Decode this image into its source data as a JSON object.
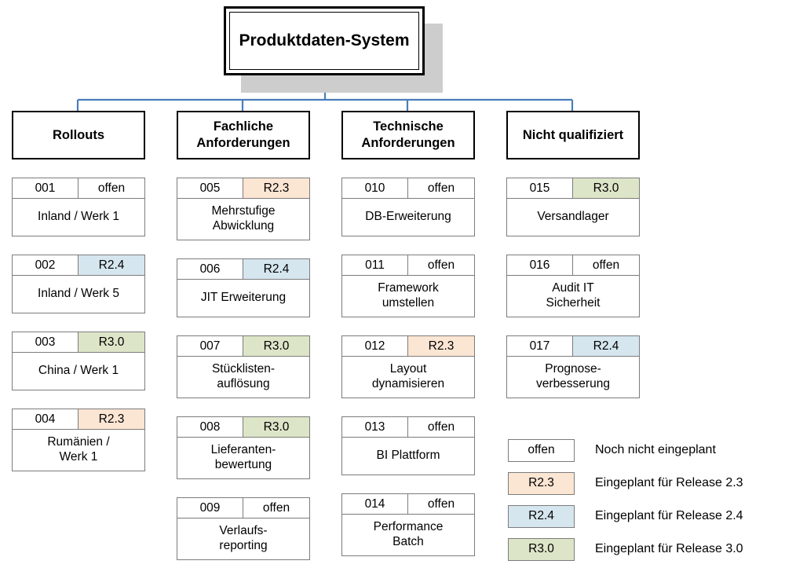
{
  "diagram": {
    "root": {
      "label": "Produktdaten-System"
    },
    "link_color": "#4a7ebb",
    "categories": [
      {
        "label": "Rollouts"
      },
      {
        "label": "Fachliche\nAnforderungen"
      },
      {
        "label": "Technische\nAnforderungen"
      },
      {
        "label": "Nicht qualifiziert"
      }
    ],
    "columns": [
      {
        "name": "Rollouts",
        "cards": [
          {
            "id": "001",
            "status": "offen",
            "status_key": "offen",
            "title": "Inland / Werk 1"
          },
          {
            "id": "002",
            "status": "R2.4",
            "status_key": "r24",
            "title": "Inland / Werk 5"
          },
          {
            "id": "003",
            "status": "R3.0",
            "status_key": "r30",
            "title": "China / Werk 1"
          },
          {
            "id": "004",
            "status": "R2.3",
            "status_key": "r23",
            "title": "Rumänien /\nWerk 1"
          }
        ]
      },
      {
        "name": "Fachliche Anforderungen",
        "cards": [
          {
            "id": "005",
            "status": "R2.3",
            "status_key": "r23",
            "title": "Mehrstufige\nAbwicklung"
          },
          {
            "id": "006",
            "status": "R2.4",
            "status_key": "r24",
            "title": "JIT Erweiterung"
          },
          {
            "id": "007",
            "status": "R3.0",
            "status_key": "r30",
            "title": "Stücklisten-\nauflösung"
          },
          {
            "id": "008",
            "status": "R3.0",
            "status_key": "r30",
            "title": "Lieferanten-\nbewertung"
          },
          {
            "id": "009",
            "status": "offen",
            "status_key": "offen",
            "title": "Verlaufs-\nreporting"
          }
        ]
      },
      {
        "name": "Technische Anforderungen",
        "cards": [
          {
            "id": "010",
            "status": "offen",
            "status_key": "offen",
            "title": "DB-Erweiterung"
          },
          {
            "id": "011",
            "status": "offen",
            "status_key": "offen",
            "title": "Framework\numstellen"
          },
          {
            "id": "012",
            "status": "R2.3",
            "status_key": "r23",
            "title": "Layout\ndynamisieren"
          },
          {
            "id": "013",
            "status": "offen",
            "status_key": "offen",
            "title": "BI Plattform"
          },
          {
            "id": "014",
            "status": "offen",
            "status_key": "offen",
            "title": "Performance\nBatch"
          }
        ]
      },
      {
        "name": "Nicht qualifiziert",
        "cards": [
          {
            "id": "015",
            "status": "R3.0",
            "status_key": "r30",
            "title": "Versandlager"
          },
          {
            "id": "016",
            "status": "offen",
            "status_key": "offen",
            "title": "Audit IT\nSicherheit"
          },
          {
            "id": "017",
            "status": "R2.4",
            "status_key": "r24",
            "title": "Prognose-\nverbesserung"
          }
        ]
      }
    ],
    "legend": [
      {
        "swatch": "offen",
        "status_key": "offen",
        "text": "Noch nicht eingeplant"
      },
      {
        "swatch": "R2.3",
        "status_key": "r23",
        "text": "Eingeplant für Release 2.3"
      },
      {
        "swatch": "R2.4",
        "status_key": "r24",
        "text": "Eingeplant für Release 2.4"
      },
      {
        "swatch": "R3.0",
        "status_key": "r30",
        "text": "Eingeplant für Release 3.0"
      }
    ],
    "colors": {
      "offen": "#ffffff",
      "r23": "#fbe5d3",
      "r24": "#d6e6ef",
      "r30": "#dde5c8",
      "card_border": "#7c7c7c",
      "shadow": "#cdcdcd"
    }
  }
}
